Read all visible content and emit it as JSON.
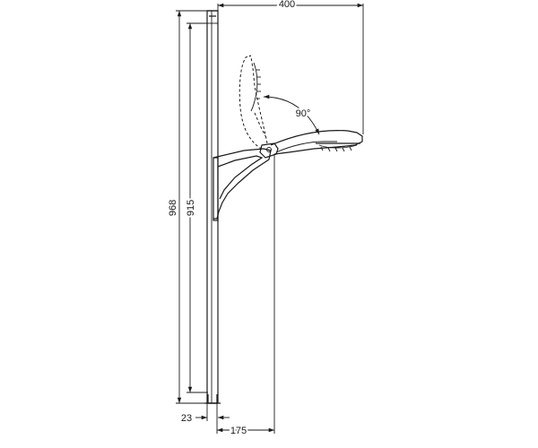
{
  "diagram": {
    "dimensions": {
      "overall_width": "400",
      "total_height": "968",
      "rail_height": "915",
      "rail_offset": "23",
      "projection": "175",
      "tilt_angle": "90°"
    }
  }
}
